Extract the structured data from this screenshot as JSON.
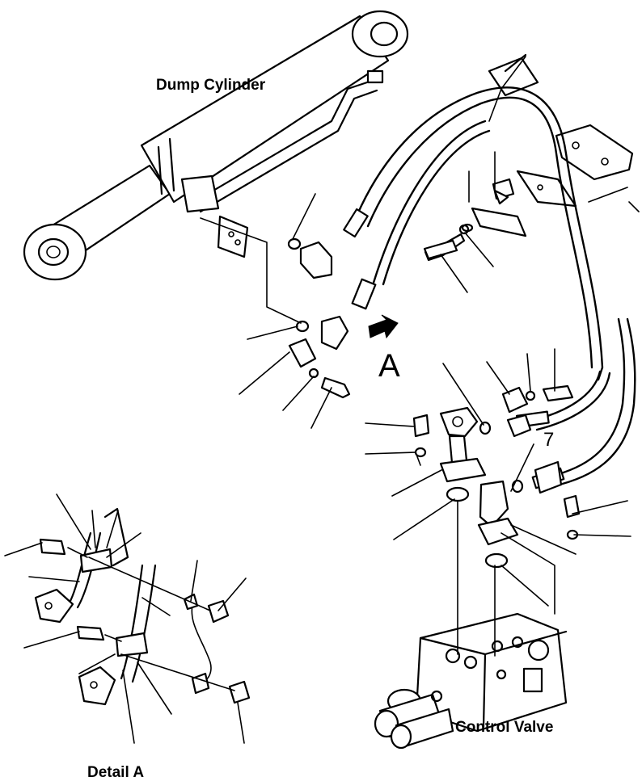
{
  "labels": {
    "dump_cylinder": "Dump Cylinder",
    "detail_view_marker": "A",
    "hose_index": "7",
    "control_valve": "Control Valve",
    "detail_a": "Detail A"
  }
}
